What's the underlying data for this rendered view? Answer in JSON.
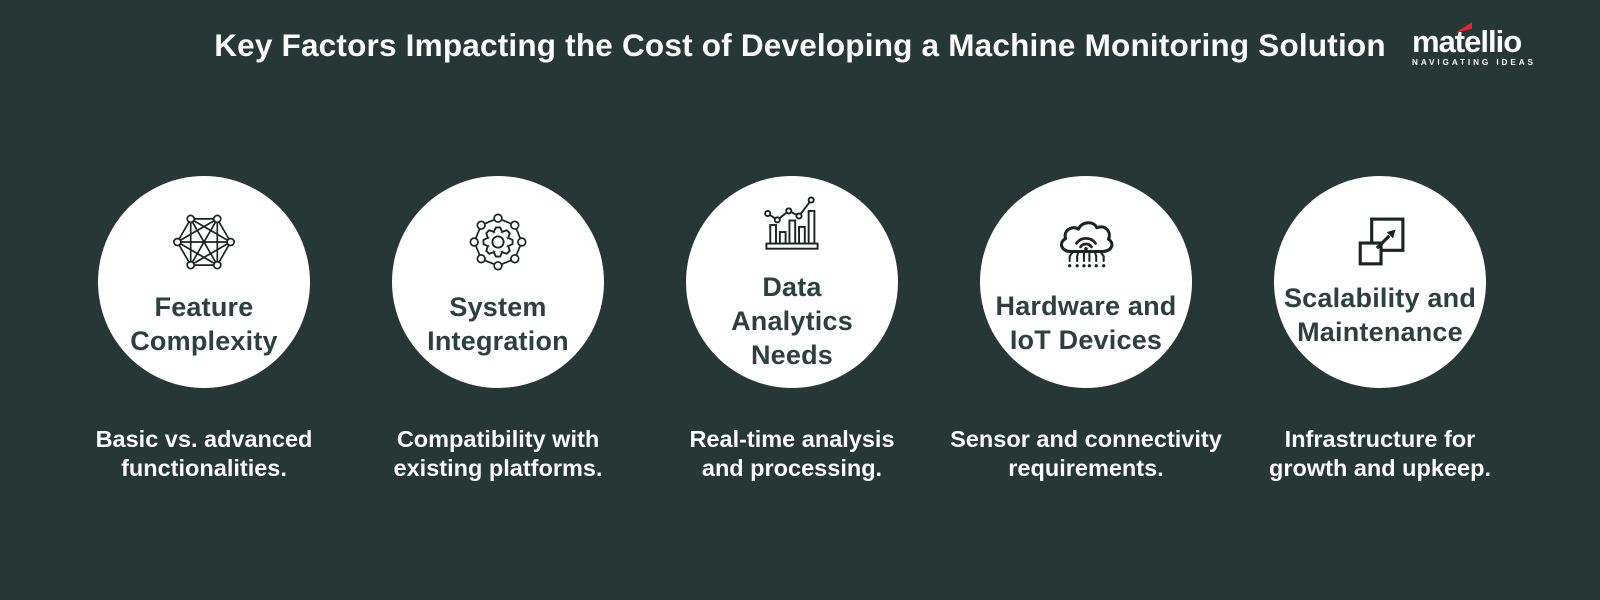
{
  "title": "Key Factors Impacting the Cost of Developing a Machine Monitoring Solution",
  "logo": {
    "name": "matellio",
    "tagline": "NAVIGATING IDEAS"
  },
  "colors": {
    "background": "#273735",
    "circle_fill": "#FFFFFF",
    "label_text": "#2C403D",
    "icon_stroke": "#1B2422",
    "light_text": "#FAFCFB",
    "logo_accent_red": "#E82228"
  },
  "factors": [
    {
      "icon": "network-mesh-icon",
      "label_lines": {
        "0": "Feature",
        "1": "Complexity"
      },
      "description_lines": {
        "0": "Basic vs. advanced",
        "1": "functionalities."
      }
    },
    {
      "icon": "gear-network-icon",
      "label_lines": {
        "0": "System",
        "1": "Integration"
      },
      "description_lines": {
        "0": "Compatibility with",
        "1": "existing platforms."
      }
    },
    {
      "icon": "bar-chart-trend-icon",
      "label_lines": {
        "0": "Data",
        "1": "Analytics",
        "2": "Needs"
      },
      "description_lines": {
        "0": "Real-time analysis",
        "1": "and processing."
      }
    },
    {
      "icon": "iot-cloud-icon",
      "label_lines": {
        "0": "Hardware and",
        "1": "IoT Devices"
      },
      "description_lines": {
        "0": "Sensor and connectivity",
        "1": "requirements."
      }
    },
    {
      "icon": "scale-expand-icon",
      "label_lines": {
        "0": "Scalability and",
        "1": "Maintenance"
      },
      "description_lines": {
        "0": "Infrastructure for",
        "1": "growth and upkeep."
      }
    }
  ]
}
